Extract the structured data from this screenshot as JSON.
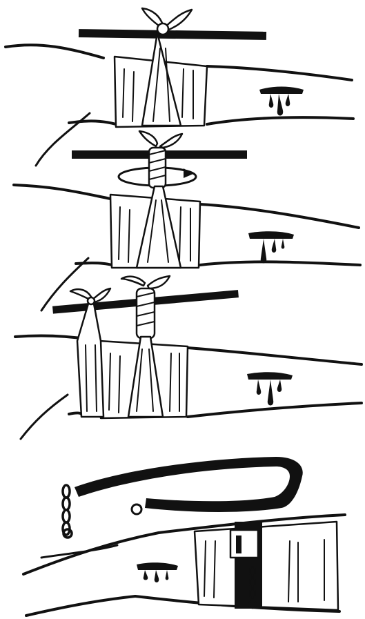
{
  "illustration": {
    "panels": [
      {
        "id": "step-1",
        "subject": "triangular-bandage-stick-tourniquet",
        "stage": "stick-tied-on-bandage"
      },
      {
        "id": "step-2",
        "subject": "triangular-bandage-stick-tourniquet",
        "stage": "stick-twisted"
      },
      {
        "id": "step-3",
        "subject": "triangular-bandage-stick-tourniquet",
        "stage": "stick-end-secured"
      },
      {
        "id": "step-4",
        "subject": "strap-tourniquet-with-buckle-and-chain",
        "stage": "applied-to-thigh"
      }
    ],
    "colors": {
      "ink": "#111111",
      "paper": "#ffffff"
    }
  }
}
